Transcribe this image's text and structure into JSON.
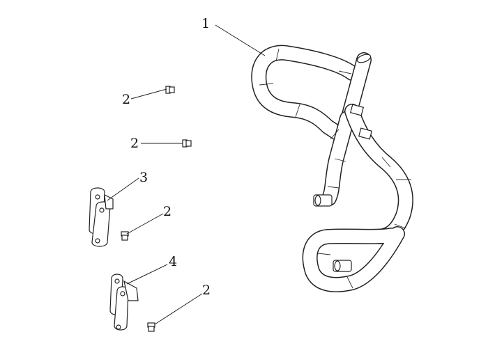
{
  "callouts": {
    "c1": "1",
    "c2a": "2",
    "c2b": "2",
    "c3": "3",
    "c2c": "2",
    "c4": "4",
    "c2d": "2"
  },
  "parts": {
    "guard_bar": "guard-bar",
    "bolt": "flange-bolt",
    "bracket_upper": "mounting-bracket",
    "bracket_lower": "mounting-bracket"
  },
  "colors": {
    "line": "#222222",
    "background": "#ffffff"
  }
}
